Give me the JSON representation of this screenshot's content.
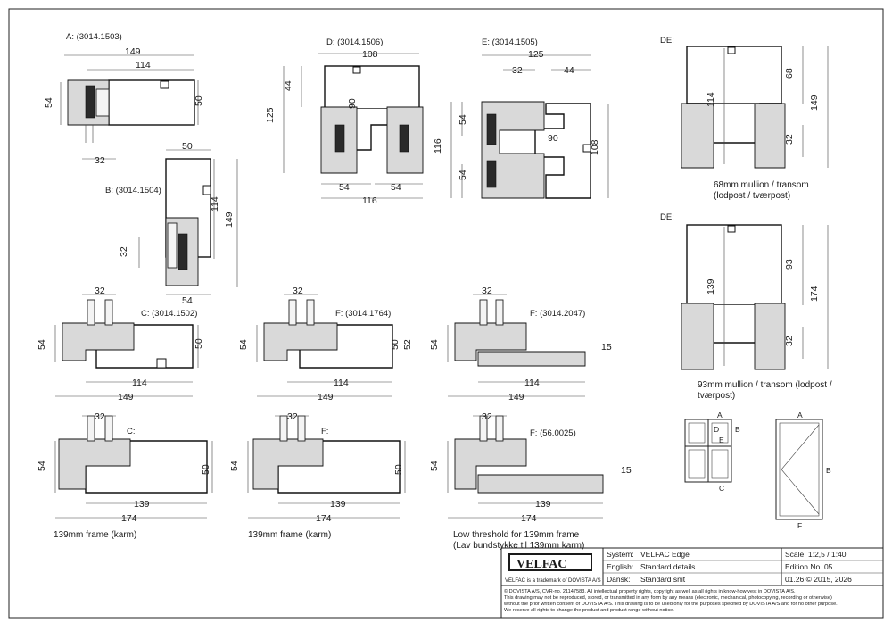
{
  "details": {
    "A": {
      "label": "A: (3014.1503)",
      "dims": [
        "149",
        "114",
        "54",
        "50",
        "32"
      ]
    },
    "B": {
      "label": "B: (3014.1504)",
      "dims": [
        "50",
        "114",
        "149",
        "32",
        "54"
      ]
    },
    "C1": {
      "label": "C: (3014.1502)",
      "dims": [
        "32",
        "54",
        "50",
        "114",
        "149"
      ]
    },
    "D": {
      "label": "D: (3014.1506)",
      "dims": [
        "108",
        "44",
        "90",
        "125",
        "54",
        "54",
        "116"
      ]
    },
    "E": {
      "label": "E: (3014.1505)",
      "dims": [
        "125",
        "32",
        "44",
        "54",
        "116",
        "54",
        "90",
        "108"
      ]
    },
    "F1": {
      "label": "F: (3014.1764)",
      "dims": [
        "32",
        "54",
        "50",
        "52",
        "114",
        "149"
      ]
    },
    "F2": {
      "label": "F: (3014.2047)",
      "dims": [
        "32",
        "54",
        "15",
        "114",
        "149"
      ]
    },
    "DE1": {
      "label": "DE:",
      "dims": [
        "114",
        "68",
        "149",
        "32"
      ],
      "caption": "68mm mullion / transom\n(lodpost /  tværpost)"
    },
    "DE2": {
      "label": "DE:",
      "dims": [
        "139",
        "93",
        "174",
        "32"
      ],
      "caption": "93mm mullion / transom (lodpost /\ntværpost)"
    },
    "C2": {
      "label": "C:",
      "dims": [
        "32",
        "54",
        "50",
        "139",
        "174"
      ],
      "caption": "139mm frame (karm)"
    },
    "F3": {
      "label": "F:",
      "dims": [
        "32",
        "54",
        "50",
        "139",
        "174"
      ],
      "caption": "139mm frame (karm)"
    },
    "F4": {
      "label": "F: (56.0025)",
      "dims": [
        "32",
        "54",
        "15",
        "139",
        "174"
      ],
      "caption": "Low threshold for 139mm frame\n(Lav bundstykke til 139mm karm)"
    }
  },
  "key_plans": {
    "window": {
      "letters": [
        "A",
        "D",
        "B",
        "E",
        "C"
      ]
    },
    "door": {
      "letters": [
        "A",
        "B",
        "F"
      ]
    }
  },
  "title_block": {
    "brand": "VELFAC",
    "trademark": "VELFAC is a trademark of DOVISTA A/S",
    "system_label": "System:",
    "system_value": "VELFAC Edge",
    "english_label": "English:",
    "english_value": "Standard details",
    "dansk_label": "Dansk:",
    "dansk_value": "Standard snit",
    "scale": "Scale: 1:2,5 / 1:40",
    "edition": "Edition No. 05",
    "date": "01.26 © 2015, 2026",
    "copyright": [
      "© DOVISTA A/S, CVR-no. 21147583. All intellectual property rights, copyright as well as all rights in know-how vest in DOVISTA A/S.",
      "This drawing may not be reproduced, stored, or transmitted in any form by any means (electronic, mechanical, photocopying, recording or otherwise)",
      "without the prior written consent of DOVISTA A/S. This drawing is to be used only for the purposes specified by DOVISTA A/S and for no other purpose.",
      "We reserve all rights to change the product and product range without notice."
    ]
  }
}
